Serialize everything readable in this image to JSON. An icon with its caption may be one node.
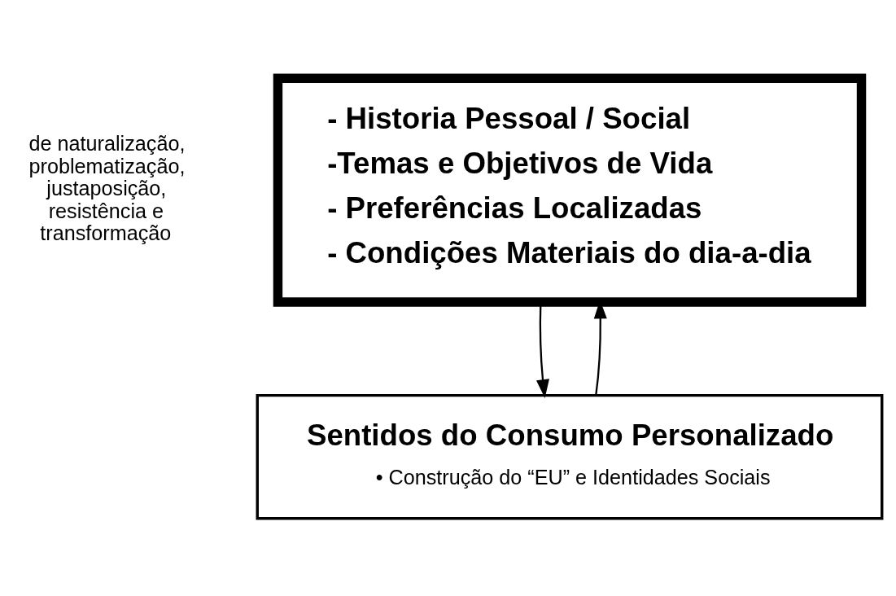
{
  "diagram": {
    "nodes": [
      {
        "text": [
          "- Historia Pessoal / Social",
          "-Temas e Objetivos de Vida",
          "- Preferências Localizadas",
          "- Condições Materiais do dia-a-dia"
        ]
      },
      {
        "text": [
          "Sentidos do Consumo Personalizado",
          "• Construção do “EU” e Identidades Sociais"
        ]
      }
    ],
    "edges": [
      {
        "from": 0,
        "to": 1,
        "arrow": "to"
      },
      {
        "from": 1,
        "to": 0,
        "arrow": "to"
      }
    ],
    "labels": [
      "de naturalização, problematização, justaposição, resistência e transformação"
    ]
  }
}
